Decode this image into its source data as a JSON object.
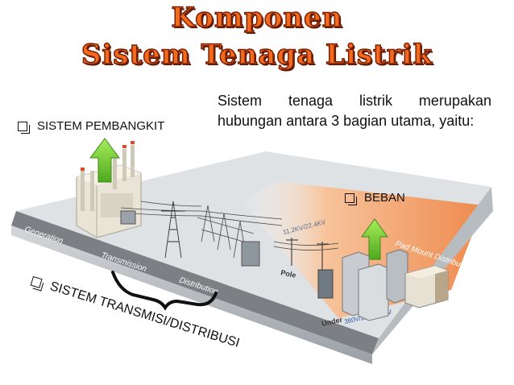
{
  "title": {
    "line1": "Komponen",
    "line2": "Sistem Tenaga Listrik"
  },
  "intro_text": "Sistem tenaga listrik merupakan hubungan antara 3 bagian utama, yaitu:",
  "bullets": {
    "generation": "SISTEM PEMBANGKIT",
    "load": "BEBAN",
    "transmission": "SISTEM TRANSMISI/DISTRIBUSI"
  },
  "diagram_labels": {
    "generation": "Generation",
    "transmission": "Transmission",
    "distribution": "Distribution",
    "pad_mount": "Pad Mount Distribution",
    "voltage_mv": "11.2KV/22.4KV",
    "pole": "Pole",
    "under": "Under",
    "voltage_lv": "380V/220V/110V"
  },
  "colors": {
    "title": "#f26b1d",
    "arrow": "#7bd13a",
    "orange_zone": "#f2a06a"
  }
}
